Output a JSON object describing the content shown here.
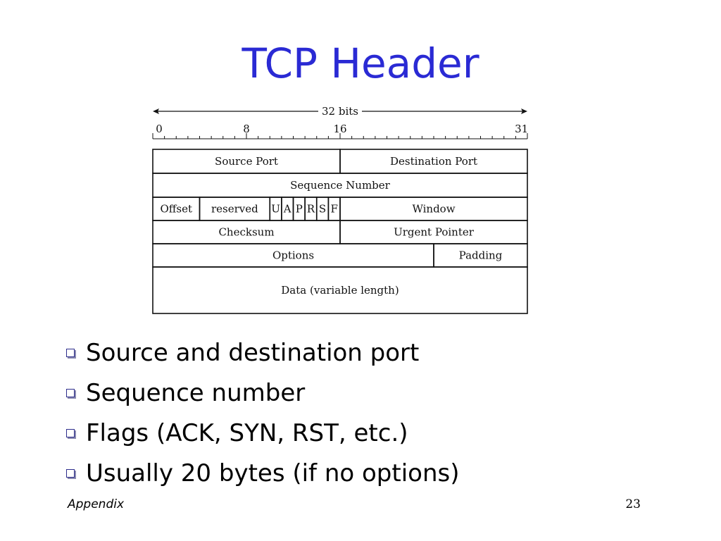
{
  "slide": {
    "title": "TCP Header",
    "title_color": "#2a2ad4",
    "footer_left": "Appendix",
    "page_number": "23"
  },
  "diagram": {
    "width_label": "32 bits",
    "tick_labels": [
      {
        "bit": 0,
        "text": "0"
      },
      {
        "bit": 8,
        "text": "8"
      },
      {
        "bit": 16,
        "text": "16"
      },
      {
        "bit": 31,
        "text": "31"
      }
    ],
    "rows": [
      [
        {
          "name": "source-port",
          "label": "Source Port",
          "start": 0,
          "end": 16
        },
        {
          "name": "destination-port",
          "label": "Destination Port",
          "start": 16,
          "end": 32
        }
      ],
      [
        {
          "name": "sequence-number",
          "label": "Sequence Number",
          "start": 0,
          "end": 32
        }
      ],
      [
        {
          "name": "offset",
          "label": "Offset",
          "start": 0,
          "end": 4
        },
        {
          "name": "reserved",
          "label": "reserved",
          "start": 4,
          "end": 10
        },
        {
          "name": "flag-u",
          "label": "U",
          "start": 10,
          "end": 11
        },
        {
          "name": "flag-a",
          "label": "A",
          "start": 11,
          "end": 12
        },
        {
          "name": "flag-p",
          "label": "P",
          "start": 12,
          "end": 13
        },
        {
          "name": "flag-r",
          "label": "R",
          "start": 13,
          "end": 14
        },
        {
          "name": "flag-s",
          "label": "S",
          "start": 14,
          "end": 15
        },
        {
          "name": "flag-f",
          "label": "F",
          "start": 15,
          "end": 16
        },
        {
          "name": "window",
          "label": "Window",
          "start": 16,
          "end": 32
        }
      ],
      [
        {
          "name": "checksum",
          "label": "Checksum",
          "start": 0,
          "end": 16
        },
        {
          "name": "urgent-pointer",
          "label": "Urgent Pointer",
          "start": 16,
          "end": 32
        }
      ],
      [
        {
          "name": "options",
          "label": "Options",
          "start": 0,
          "end": 24
        },
        {
          "name": "padding",
          "label": "Padding",
          "start": 24,
          "end": 32
        }
      ],
      [
        {
          "name": "data",
          "label": "Data (variable length)",
          "start": 0,
          "end": 32
        }
      ]
    ]
  },
  "bullets": [
    "Source and destination port",
    "Sequence number",
    "Flags (ACK, SYN, RST, etc.)",
    "Usually 20 bytes (if no options)"
  ]
}
